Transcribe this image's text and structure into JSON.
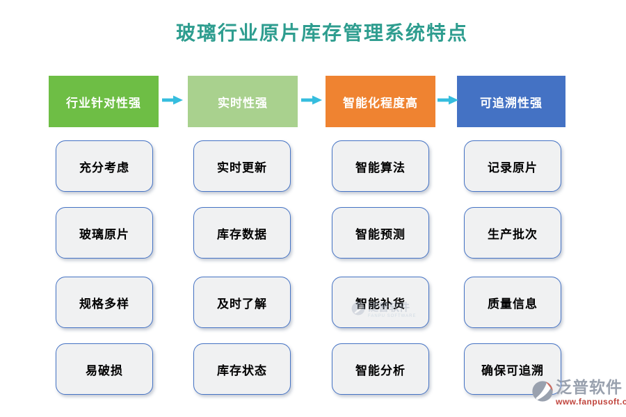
{
  "title": "玻璃行业原片库存管理系统特点",
  "columns": [
    {
      "header": "行业针对性强",
      "color": "#6EBE45",
      "items": [
        "充分考虑",
        "玻璃原片",
        "规格多样",
        "易破损"
      ]
    },
    {
      "header": "实时性强",
      "color": "#A9D18E",
      "items": [
        "实时更新",
        "库存数据",
        "及时了解",
        "库存状态"
      ]
    },
    {
      "header": "智能化程度高",
      "color": "#EF8331",
      "items": [
        "智能算法",
        "智能预测",
        "智能补货",
        "智能分析"
      ]
    },
    {
      "header": "可追溯性强",
      "color": "#4472C4",
      "items": [
        "记录原片",
        "生产批次",
        "质量信息",
        "确保可追溯"
      ]
    }
  ],
  "colors": {
    "title_text": "#2E9D8F",
    "arrow": "#35BDDE",
    "item_border": "#4472C4",
    "item_background": "#F0F1F2",
    "header_text": "#FFFFFF"
  },
  "watermark": {
    "name": "泛普软件",
    "subtitle": "FANPU SOFTWARE"
  },
  "brand": {
    "name": "泛普软件",
    "url": "www.fanpusoft.com"
  }
}
